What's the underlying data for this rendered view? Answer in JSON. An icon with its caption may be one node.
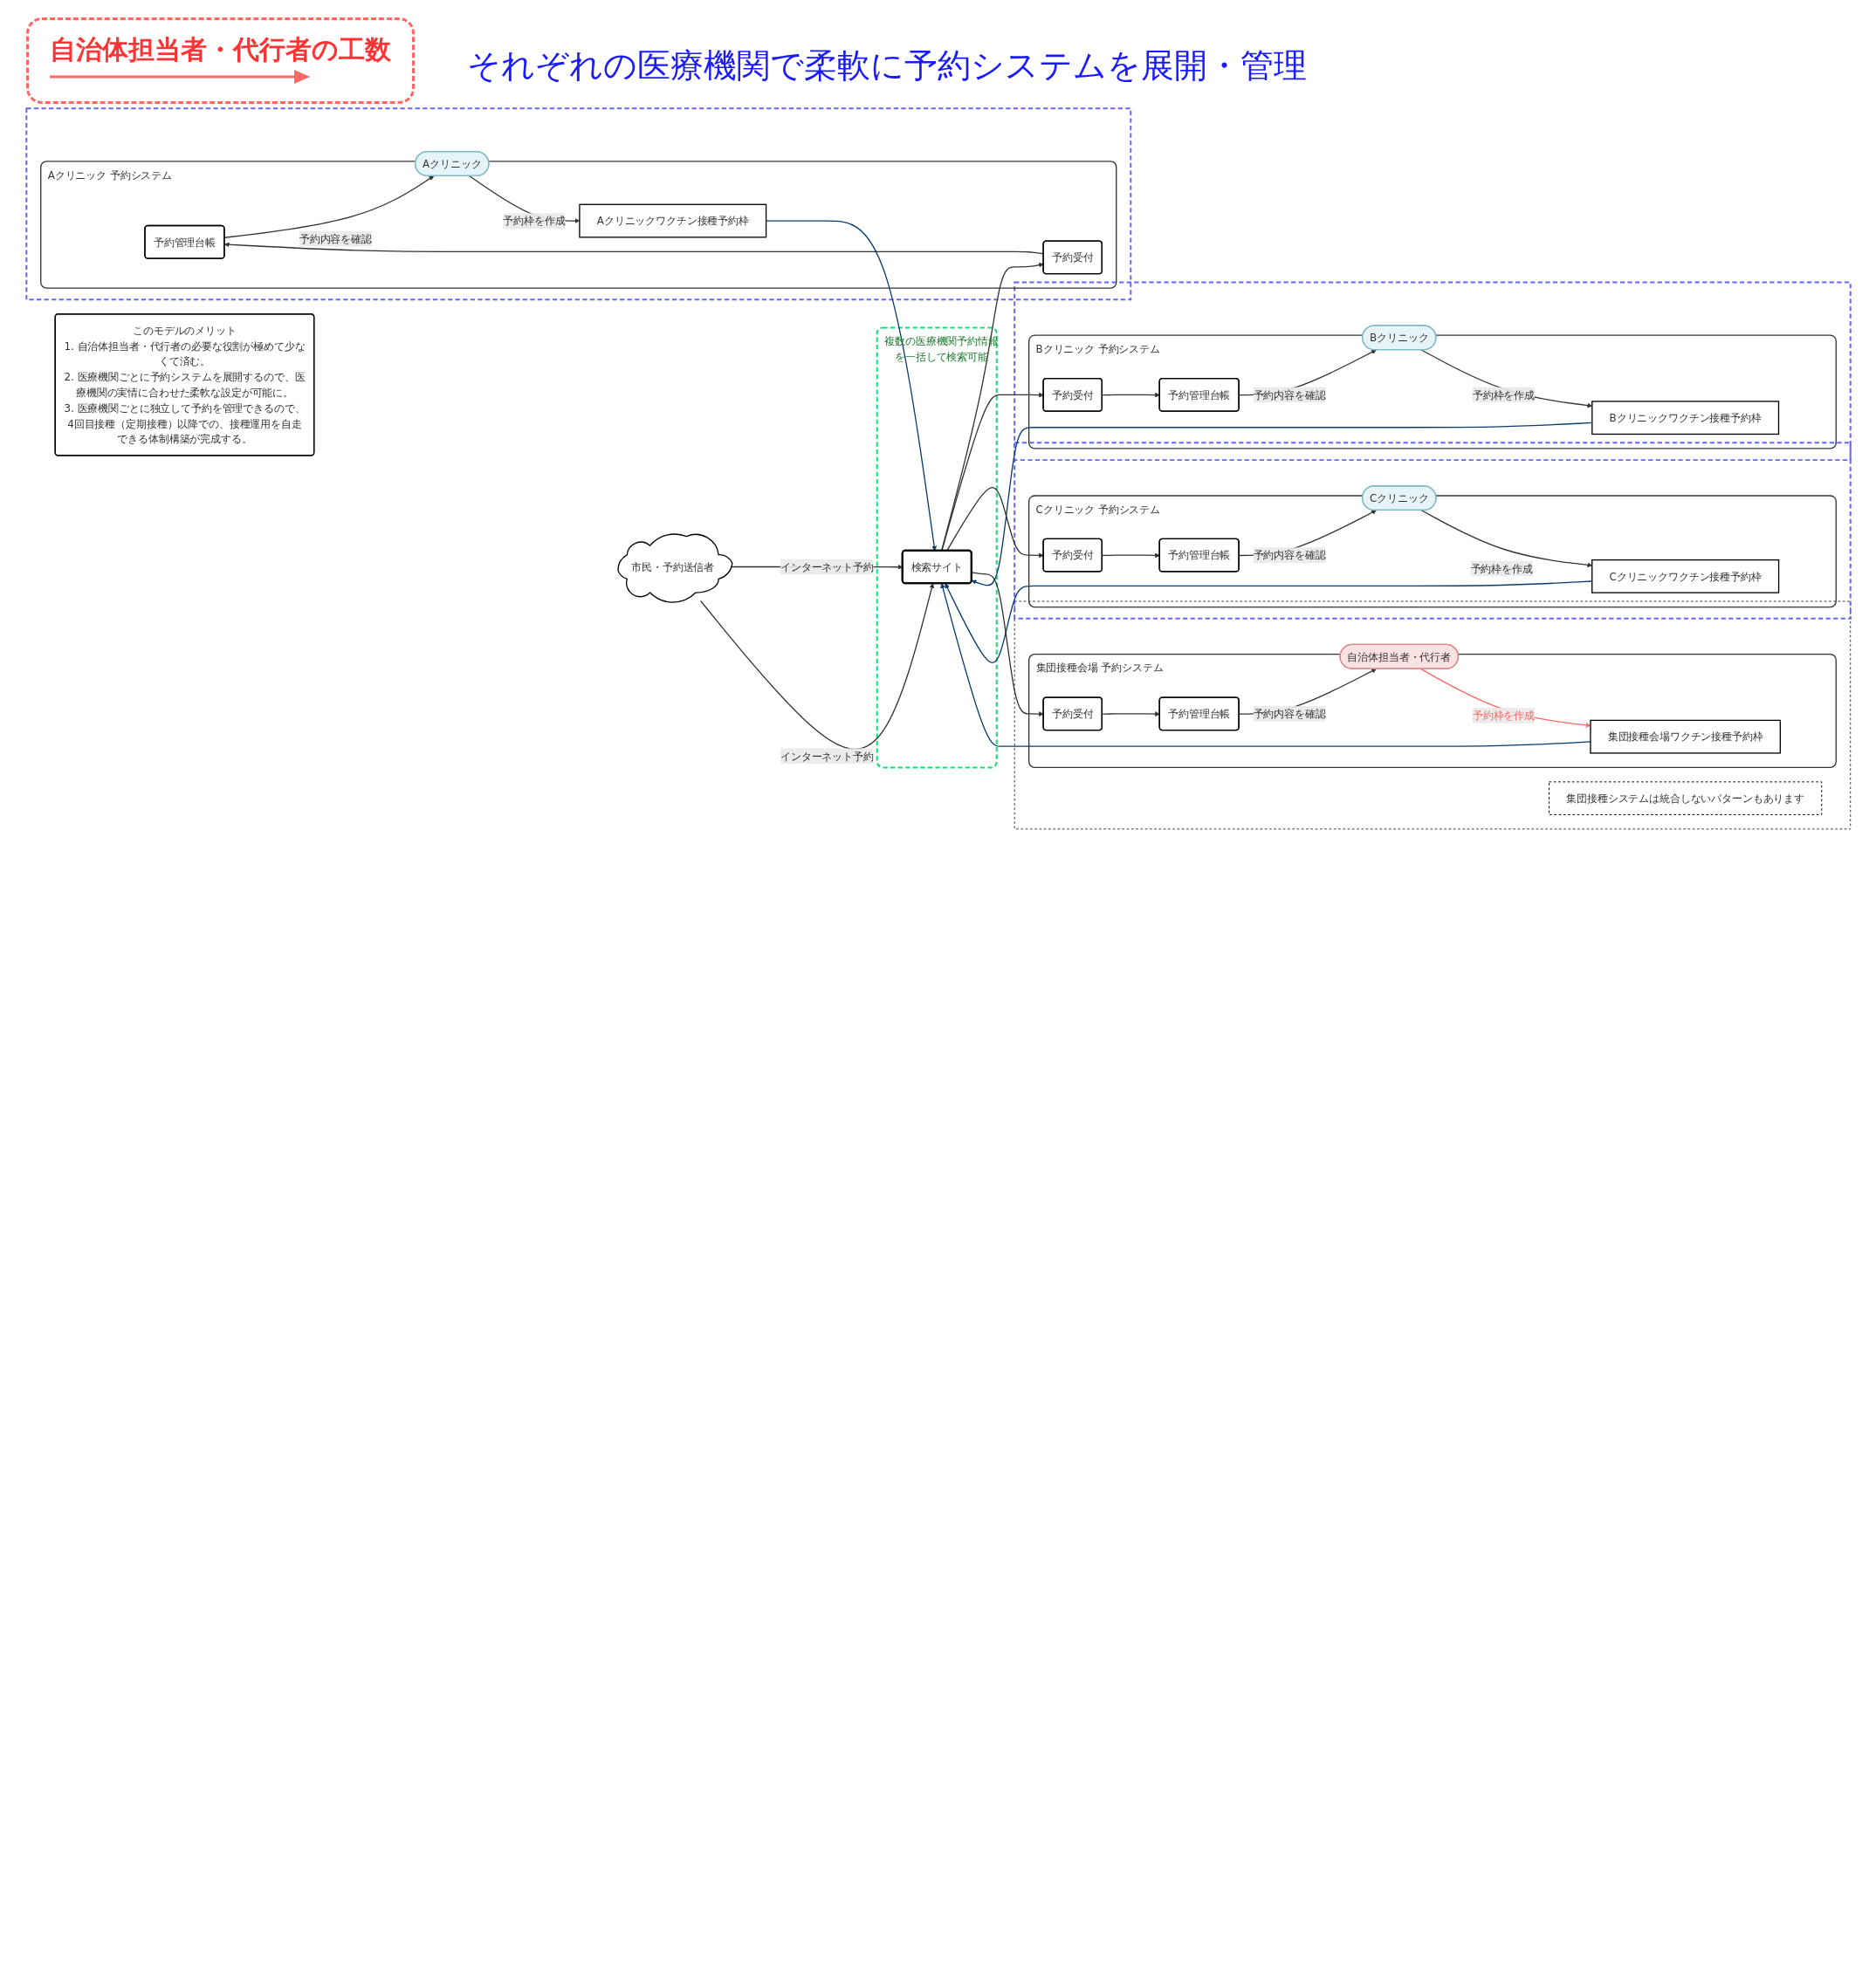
{
  "diagram": {
    "nodes": [
      {
        "text": [],
        "shape": "box"
      },
      {
        "text": [
          "Aクリニック 予約システム"
        ],
        "in": 0
      },
      {
        "text": [
          "予約管理台帳"
        ],
        "in": 1
      },
      {
        "text": [
          "予約受付"
        ],
        "in": 1
      },
      {
        "text": [
          "Aクリニックワクチン接種予約枠"
        ],
        "in": 1
      },
      {
        "text": [
          "Aクリニック"
        ],
        "in": 0
      },
      {
        "text": [],
        "shape": "box"
      },
      {
        "text": [
          "Bクリニック 予約システム"
        ],
        "in": 6
      },
      {
        "text": [
          "予約管理台帳"
        ],
        "in": 7
      },
      {
        "text": [
          "予約受付"
        ],
        "in": 7
      },
      {
        "text": [
          "Bクリニックワクチン接種予約枠"
        ],
        "in": 7
      },
      {
        "text": [
          "Bクリニック"
        ],
        "in": 6
      },
      {
        "text": [],
        "shape": "box"
      },
      {
        "text": [
          "Cクリニック 予約システム"
        ],
        "in": 12
      },
      {
        "text": [
          "予約管理台帳"
        ],
        "in": 13
      },
      {
        "text": [
          "予約受付"
        ],
        "in": 13
      },
      {
        "text": [
          "Cクリニックワクチン接種予約枠"
        ],
        "in": 13
      },
      {
        "text": [
          "Cクリニック"
        ],
        "in": 12
      },
      {
        "text": [],
        "shape": "box"
      },
      {
        "text": [
          "集団接種システムは統合しないパターンもあります"
        ],
        "in": 18
      },
      {
        "text": [
          "集団接種会場 予約システム"
        ],
        "in": 18
      },
      {
        "text": [
          "予約管理台帳"
        ],
        "in": 20
      },
      {
        "text": [
          "予約受付"
        ],
        "in": 20
      },
      {
        "text": [
          "集団接種会場ワクチン接種予約枠"
        ],
        "in": 20
      },
      {
        "text": [
          "自治体担当者・代行者"
        ],
        "in": 18
      },
      {
        "text": [
          "複数の医療機関予約情報を一括して検索可能"
        ]
      },
      {
        "text": [
          "検索サイト"
        ],
        "in": 25
      },
      {
        "text": [
          "市民・予約送信者"
        ]
      },
      {
        "text": [
          "このモデルのメリット",
          "1. 自治体担当者・代行者の必要な役割が極めて少なくて済む。",
          "2. 医療機関ごとに予約システムを展開するので、医療機関の実情に合わせた柔軟な設定が可能に。",
          "3. 医療機関ごとに独立して予約を管理できるので、4回目接種（定期接種）以降での、接種運用を自走できる体制構築が完成する。"
        ]
      }
    ],
    "edges": [
      {
        "from": 2,
        "to": 5,
        "arrow": "to",
        "label": "予約内容を確認"
      },
      {
        "from": 5,
        "to": 4,
        "arrow": "to",
        "label": "予約枠を作成"
      },
      {
        "from": 3,
        "to": 2,
        "arrow": "to"
      },
      {
        "from": 26,
        "to": 3,
        "arrow": "to"
      },
      {
        "from": 4,
        "to": 26,
        "arrow": "to",
        "color": "#0b3a6e"
      },
      {
        "from": 8,
        "to": 11,
        "arrow": "to",
        "label": "予約内容を確認"
      },
      {
        "from": 11,
        "to": 10,
        "arrow": "to",
        "label": "予約枠を作成"
      },
      {
        "from": 9,
        "to": 8,
        "arrow": "to"
      },
      {
        "from": 26,
        "to": 9,
        "arrow": "to"
      },
      {
        "from": 10,
        "to": 26,
        "arrow": "to",
        "color": "#0b3a6e"
      },
      {
        "from": 14,
        "to": 17,
        "arrow": "to",
        "label": "予約内容を確認"
      },
      {
        "from": 17,
        "to": 16,
        "arrow": "to",
        "label": "予約枠を作成"
      },
      {
        "from": 15,
        "to": 14,
        "arrow": "to"
      },
      {
        "from": 26,
        "to": 15,
        "arrow": "to"
      },
      {
        "from": 16,
        "to": 26,
        "arrow": "to",
        "color": "#0b3a6e"
      },
      {
        "from": 21,
        "to": 24,
        "arrow": "to",
        "label": "予約内容を確認"
      },
      {
        "from": 24,
        "to": 23,
        "arrow": "to",
        "label": "予約枠を作成",
        "color": "#ff6666"
      },
      {
        "from": 22,
        "to": 21,
        "arrow": "to"
      },
      {
        "from": 26,
        "to": 22,
        "arrow": "to"
      },
      {
        "from": 23,
        "to": 26,
        "arrow": "to",
        "color": "#0b3a6e"
      },
      {
        "from": 27,
        "to": 26,
        "arrow": "to",
        "label": "インターネット予約"
      },
      {
        "from": 27,
        "to": 26,
        "arrow": "to",
        "label": "インターネット予約"
      }
    ],
    "labels": [
      "それぞれの医療機関で柔軟に予約システムを展開・管理"
    ],
    "legend": [
      {
        "text": "自治体担当者・代行者の工数"
      }
    ]
  }
}
